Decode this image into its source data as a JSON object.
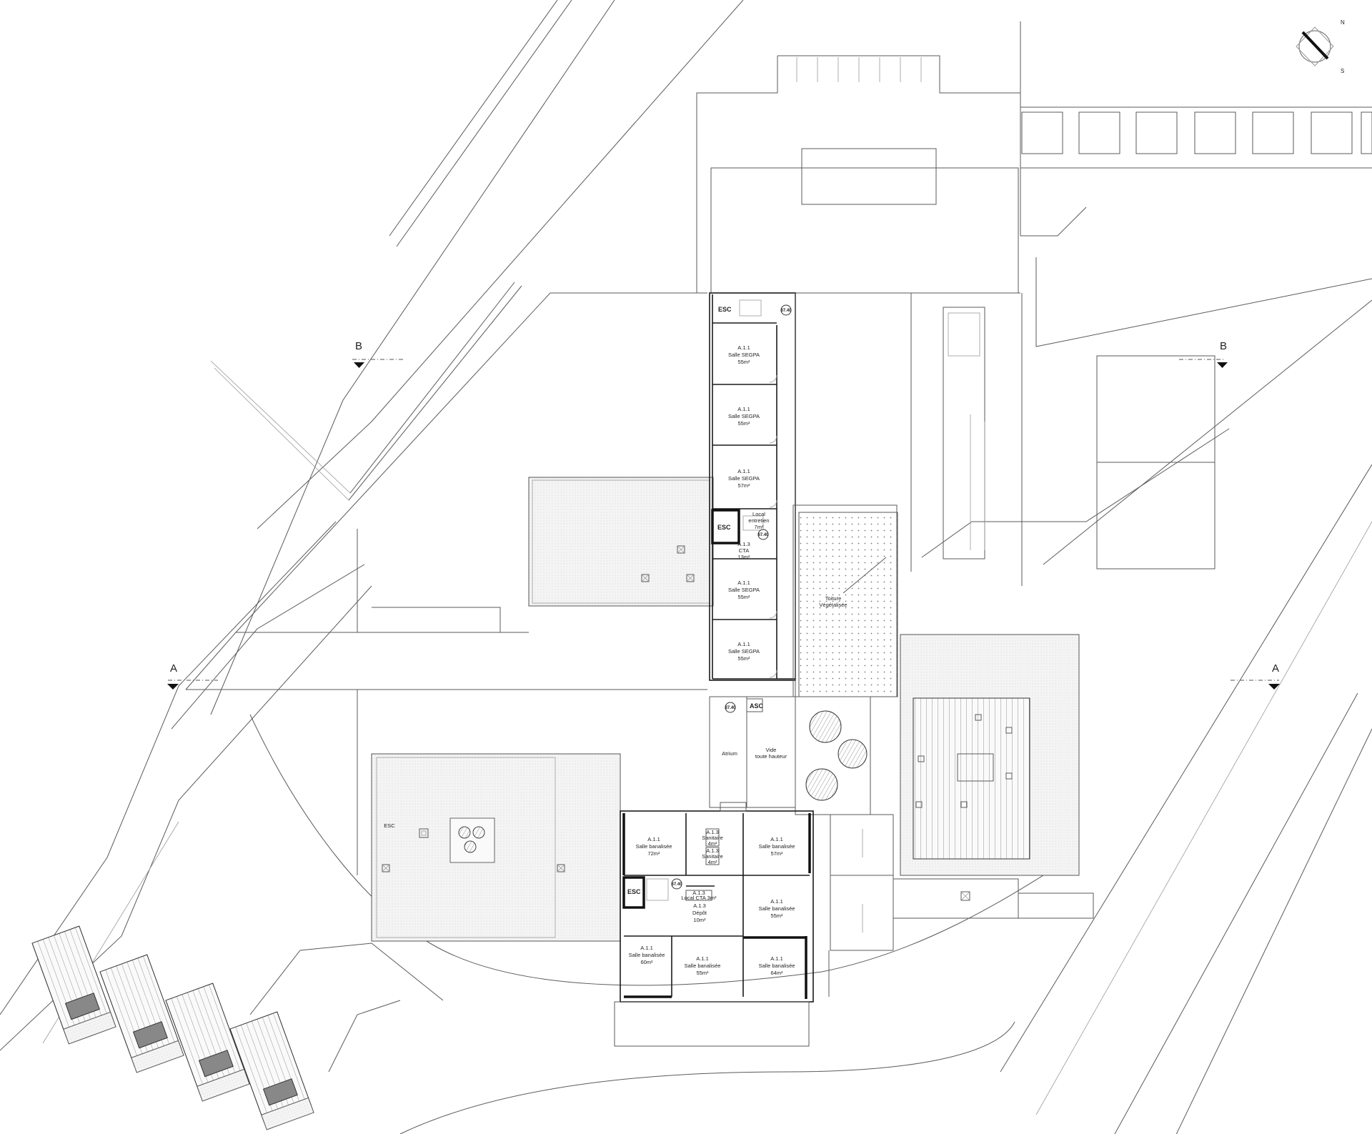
{
  "sections": {
    "a": "A",
    "b": "B"
  },
  "level": "87.40",
  "esc": "ESC",
  "asc": "ASC",
  "code": "A.1.1",
  "segpa": "Salle SEGPA",
  "banal": "Salle banalisée",
  "a55": "55m²",
  "a57": "57m²",
  "a72": "72m²",
  "a60": "60m²",
  "a64": "64m²",
  "local_entretien": [
    "Local",
    "entretien",
    "7m²"
  ],
  "cta": [
    "A.1.3",
    "CTA",
    "13m²"
  ],
  "sanitaire_1": [
    "A.1.3",
    "Sanitaire",
    "4m²"
  ],
  "sanitaire_2": [
    "A.1.3",
    "Sanitaire",
    "4m²"
  ],
  "local_cta_small": [
    "A.1.3",
    "Local CTA 3m²"
  ],
  "depot": [
    "A.1.3",
    "Dépôt",
    "10m²"
  ],
  "atrium": "Atrium",
  "vide": [
    "Vide",
    "toute hauteur"
  ],
  "toiture": [
    "Toiture",
    "Végétalisée"
  ],
  "compass": {
    "n": "N",
    "s": "S"
  }
}
